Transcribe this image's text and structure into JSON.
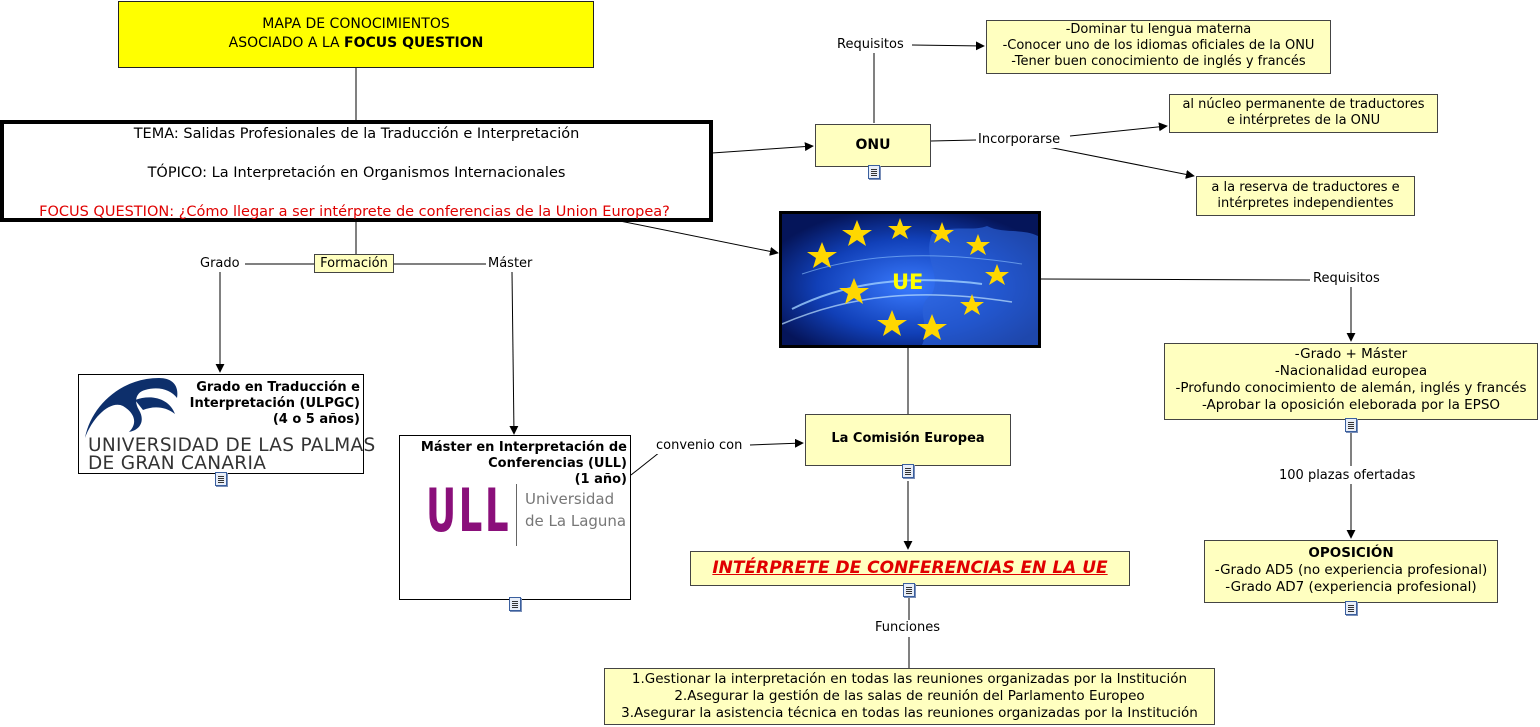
{
  "nodes": {
    "title": {
      "line1": "MAPA DE CONOCIMIENTOS",
      "line2_prefix": "ASOCIADO A LA ",
      "line2_bold": "FOCUS QUESTION"
    },
    "tema": {
      "tema": "TEMA: Salidas Profesionales de la Traducción e Interpretación",
      "topico": "TÓPICO: La Interpretación en Organismos Internacionales",
      "focus": "FOCUS QUESTION: ¿Cómo llegar a ser intérprete de conferencias de la Union Europea?"
    },
    "formacion": "Formación",
    "onu": "ONU",
    "onu_requisitos": [
      "-Dominar tu lengua materna",
      "-Conocer uno de los idiomas oficiales de la ONU",
      "-Tener buen conocimiento de inglés y francés"
    ],
    "onu_nucleo": [
      "al núcleo permanente de traductores",
      "e intérpretes de la ONU"
    ],
    "onu_reserva": [
      "a la reserva de traductores e",
      "intérpretes independientes"
    ],
    "ue": "UE",
    "ue_requisitos": [
      "-Grado + Máster",
      "-Nacionalidad europea",
      "-Profundo conocimiento de alemán, inglés y francés",
      "-Aprobar la oposición eleborada por la EPSO"
    ],
    "oposicion": {
      "title": "OPOSICIÓN",
      "lines": [
        "-Grado AD5 (no experiencia profesional)",
        "-Grado AD7 (experiencia profesional)"
      ]
    },
    "grado": {
      "lines": [
        "Grado en Traducción e",
        "Interpretación (ULPGC)",
        "(4 o 5 años)"
      ],
      "logo_line1": "UNIVERSIDAD DE LAS PALMAS",
      "logo_line2": "DE GRAN CANARIA"
    },
    "master": {
      "lines": [
        "Máster en Interpretación de",
        "Conferencias (ULL)",
        "(1 año)"
      ],
      "logo_mark": "ULL",
      "logo_line1": "Universidad",
      "logo_line2": "de La Laguna"
    },
    "comision": "La Comisión Europea",
    "interprete": "INTÉRPRETE DE CONFERENCIAS EN LA UE",
    "funciones": [
      "1.Gestionar la interpretación en todas las reuniones organizadas por la Institución",
      "2.Asegurar la gestión de las salas de reunión del Parlamento Europeo",
      "3.Asegurar la asistencia técnica en todas las reuniones organizadas por la Institución"
    ]
  },
  "links": {
    "grado": "Grado",
    "master": "Máster",
    "requisitos_onu": "Requisitos",
    "incorporarse": "Incorporarse",
    "requisitos_ue": "Requisitos",
    "plazas": "100 plazas ofertadas",
    "convenio": "convenio con",
    "funciones": "Funciones"
  },
  "colors": {
    "node_fill": "#ffffc0",
    "title_fill": "#ffff00",
    "focus_red": "#e00000",
    "flag_blue": "#0a2a9c",
    "star_yellow": "#ffd700"
  },
  "icons": [
    "document-icon"
  ]
}
